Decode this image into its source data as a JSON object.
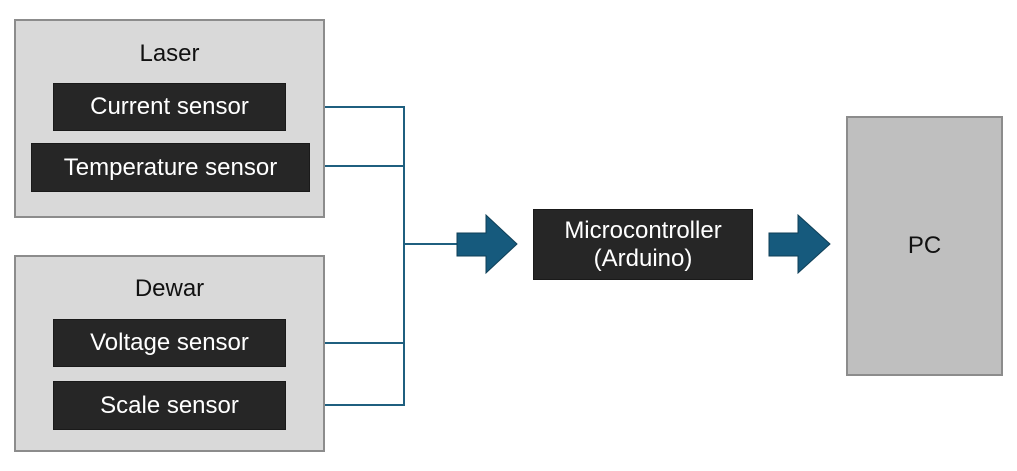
{
  "colors": {
    "group_fill": "#d9d9d9",
    "sensor_fill": "#262626",
    "pc_fill": "#bfbfbf",
    "wire": "#1f5f7f",
    "arrow": "#165a7d"
  },
  "laser": {
    "title": "Laser",
    "sensors": [
      "Current sensor",
      "Temperature sensor"
    ]
  },
  "dewar": {
    "title": "Dewar",
    "sensors": [
      "Voltage sensor",
      "Scale sensor"
    ]
  },
  "microcontroller": {
    "line1": "Microcontroller",
    "line2": "(Arduino)"
  },
  "pc": {
    "label": "PC"
  }
}
